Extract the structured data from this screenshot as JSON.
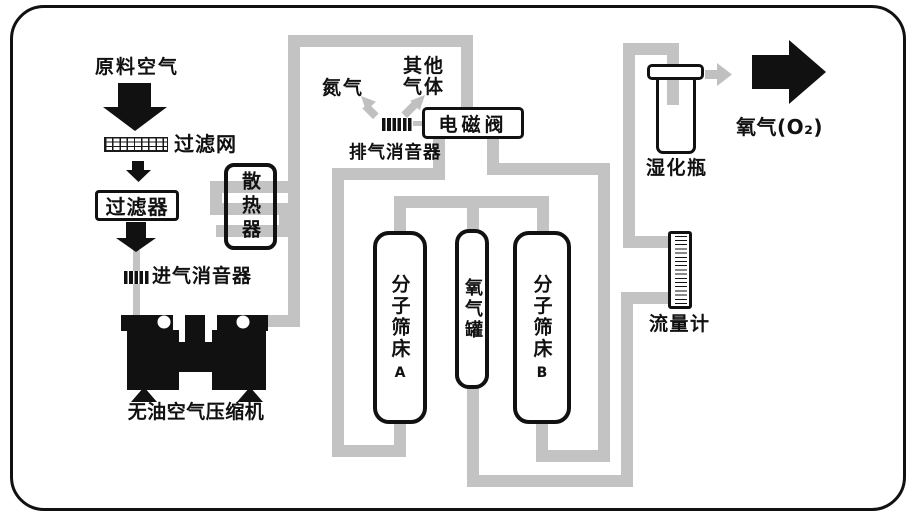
{
  "diagram": {
    "type": "oxygen-concentrator-flow-diagram",
    "labels": {
      "raw_air": "原料空气",
      "filter_mesh": "过滤网",
      "filter": "过滤器",
      "intake_muffler": "进气消音器",
      "compressor": "无油空气压缩机",
      "radiator": "散热器",
      "nitrogen": "氮气",
      "other_gases_line1": "其他",
      "other_gases_line2": "气体",
      "exhaust_muffler": "排气消音器",
      "solenoid_valve": "电磁阀",
      "humidifier": "湿化瓶",
      "flow_meter": "流量计",
      "oxygen_output": "氧气(O₂)"
    },
    "vessels": {
      "bed_a": {
        "name": "分子筛床",
        "suffix": "A"
      },
      "oxygen_tank": {
        "name": "氧气罐"
      },
      "bed_b": {
        "name": "分子筛床",
        "suffix": "B"
      }
    },
    "colors": {
      "pipe": "#c3c3c3",
      "ink": "#111111",
      "background": "#ffffff"
    }
  }
}
